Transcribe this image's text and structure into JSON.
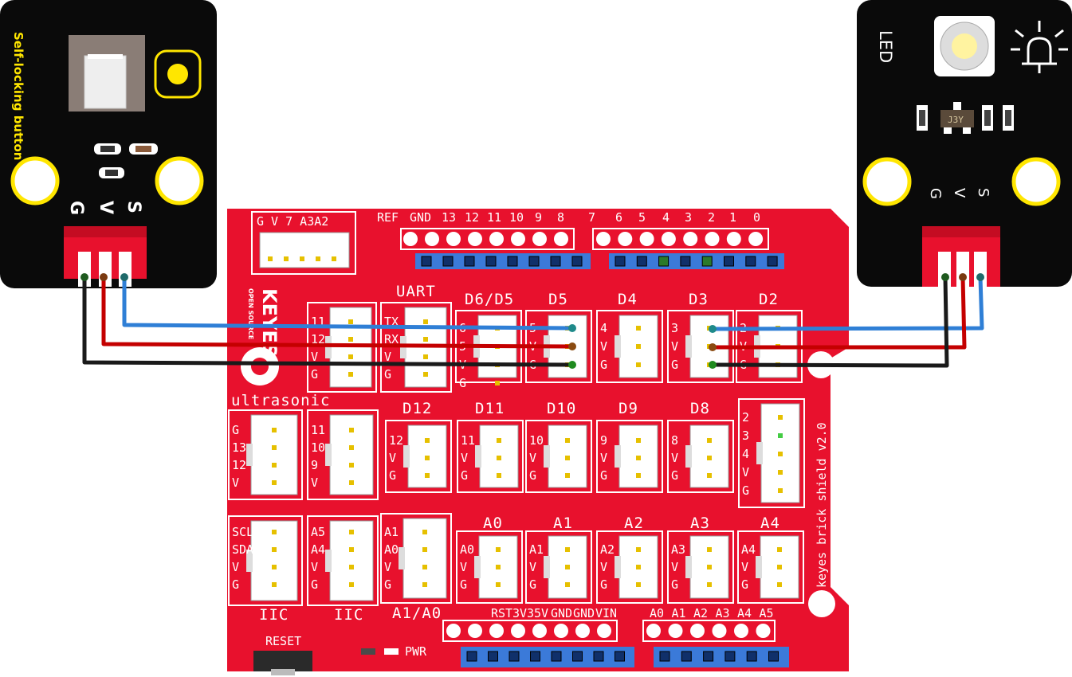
{
  "button_module": {
    "title": "Self-locking button",
    "pins": [
      "G",
      "V",
      "S"
    ]
  },
  "led_module": {
    "title": "LED",
    "pins": [
      "G",
      "V",
      "S"
    ],
    "transistor_label": "J3Y"
  },
  "shield": {
    "brand": "KEYES",
    "source_text": "OPEN SOURCE",
    "name": "keyes brick shield v2.0",
    "top_header": {
      "left_labels": [
        "REF",
        "GND",
        "13",
        "12",
        "11",
        "10",
        "9",
        "8"
      ],
      "right_labels": [
        "7",
        "6",
        "5",
        "4",
        "3",
        "2",
        "1",
        "0"
      ]
    },
    "top_left_connector": "G V 7 A3A2",
    "row1": [
      {
        "title": "",
        "pins": [
          "11",
          "12",
          "V",
          "G"
        ]
      },
      {
        "title": "UART",
        "pins": [
          "TX",
          "RX",
          "V",
          "G"
        ]
      },
      {
        "title": "D6/D5",
        "pins": [
          "6",
          "5",
          "V",
          "G"
        ]
      },
      {
        "title": "D5",
        "pins": [
          "5",
          "V",
          "G"
        ]
      },
      {
        "title": "D4",
        "pins": [
          "4",
          "V",
          "G"
        ]
      },
      {
        "title": "D3",
        "pins": [
          "3",
          "V",
          "G"
        ]
      },
      {
        "title": "D2",
        "pins": [
          "2",
          "V",
          "G"
        ]
      }
    ],
    "row2": [
      {
        "title": "ultrasonic",
        "pins": [
          "G",
          "13",
          "12",
          "V"
        ]
      },
      {
        "title": "",
        "pins": [
          "11",
          "10",
          "9",
          "V"
        ]
      },
      {
        "title": "D12",
        "pins": [
          "12",
          "V",
          "G"
        ]
      },
      {
        "title": "D11",
        "pins": [
          "11",
          "V",
          "G"
        ]
      },
      {
        "title": "D10",
        "pins": [
          "10",
          "V",
          "G"
        ]
      },
      {
        "title": "D9",
        "pins": [
          "9",
          "V",
          "G"
        ]
      },
      {
        "title": "D8",
        "pins": [
          "8",
          "V",
          "G"
        ]
      },
      {
        "title": "",
        "pins": [
          "2",
          "3",
          "4",
          "V",
          "G"
        ]
      }
    ],
    "row3": [
      {
        "title": "IIC",
        "pins": [
          "SCL",
          "SDA",
          "V",
          "G"
        ]
      },
      {
        "title": "IIC",
        "pins": [
          "A5",
          "A4",
          "V",
          "G"
        ]
      },
      {
        "title": "A1/A0",
        "pins": [
          "A1",
          "A0",
          "V",
          "G"
        ]
      },
      {
        "title": "A0",
        "pins": [
          "A0",
          "V",
          "G"
        ]
      },
      {
        "title": "A1",
        "pins": [
          "A1",
          "V",
          "G"
        ]
      },
      {
        "title": "A2",
        "pins": [
          "A2",
          "V",
          "G"
        ]
      },
      {
        "title": "A3",
        "pins": [
          "A3",
          "V",
          "G"
        ]
      },
      {
        "title": "A4",
        "pins": [
          "A4",
          "V",
          "G"
        ]
      }
    ],
    "bottom_header": {
      "power_labels": [
        "RST",
        "3V3",
        "5V",
        "GND",
        "GND",
        "VIN"
      ],
      "analog_labels": [
        "A0",
        "A1",
        "A2",
        "A3",
        "A4",
        "A5"
      ]
    },
    "reset_label": "RESET",
    "pwr_label": "PWR"
  },
  "colors": {
    "board_red": "#e8112d",
    "module_black": "#0a0a0a",
    "wire_black": "#1a1a1a",
    "wire_red": "#c40000",
    "wire_blue": "#2f7fd6",
    "pad_yellow": "#ffe600",
    "header_blue": "#3b7ad9"
  }
}
